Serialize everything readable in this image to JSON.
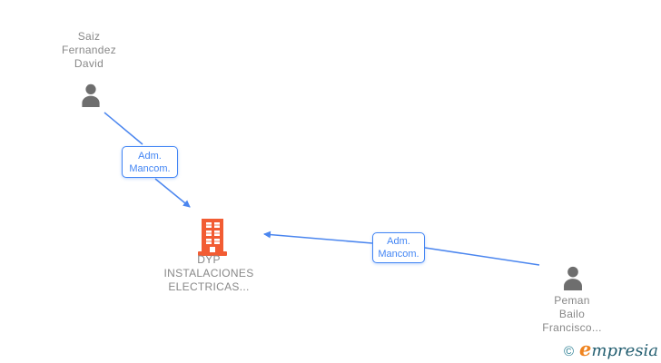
{
  "diagram": {
    "nodes": {
      "person1": {
        "type": "person",
        "name_lines": [
          "Saiz",
          "Fernandez",
          "David"
        ]
      },
      "company": {
        "type": "company",
        "name_lines": [
          "DYP",
          "INSTALACIONES",
          "ELECTRICAS..."
        ]
      },
      "person2": {
        "type": "person",
        "name_lines": [
          "Peman",
          "Bailo",
          "Francisco..."
        ]
      }
    },
    "relations": [
      {
        "from": "person1",
        "to": "company",
        "label_lines": [
          "Adm.",
          "Mancom."
        ]
      },
      {
        "from": "person2",
        "to": "company",
        "label_lines": [
          "Adm.",
          "Mancom."
        ]
      }
    ],
    "colors": {
      "edge": "#4b86ef",
      "relation_border": "#4285f4",
      "relation_text": "#4285f4",
      "node_label_text": "#888888",
      "person_icon": "#6e6e6e",
      "building_icon": "#f25c33"
    }
  },
  "watermark": {
    "copyright": "©",
    "brand_initial": "e",
    "brand_rest": "mpresia"
  }
}
